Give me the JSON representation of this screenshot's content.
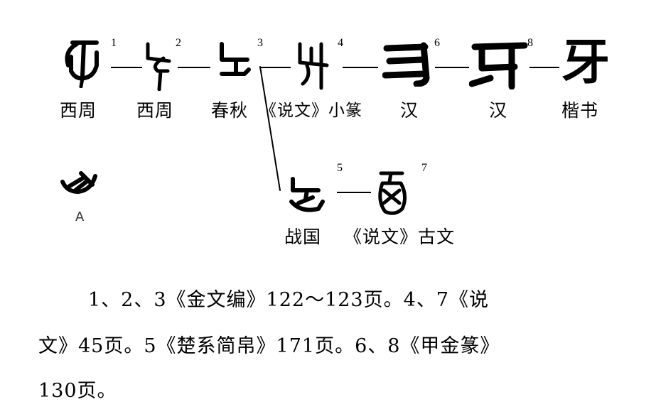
{
  "diagram": {
    "title_hidden": "牙 character evolution",
    "top_row": [
      {
        "num": "1",
        "caption": "西周"
      },
      {
        "num": "2",
        "caption": "西周"
      },
      {
        "num": "3",
        "caption": "春秋"
      },
      {
        "num": "4",
        "caption": "《说文》小篆"
      },
      {
        "num": "6",
        "caption": "汉"
      },
      {
        "num": "8",
        "caption": "汉"
      },
      {
        "num": "",
        "caption": "楷书",
        "glyph": "牙"
      }
    ],
    "branch_row": [
      {
        "num": "5"
      },
      {
        "num": "7"
      }
    ],
    "branch_caption_1": "战国",
    "branch_caption_2": "《说文》古文",
    "side_label": "A"
  },
  "notes": {
    "line1": "1、2、3《金文编》122～123页。4、7《说",
    "line2": "文》45页。5《楚系简帛》171页。6、8《甲金篆》",
    "line3": "130页。"
  }
}
